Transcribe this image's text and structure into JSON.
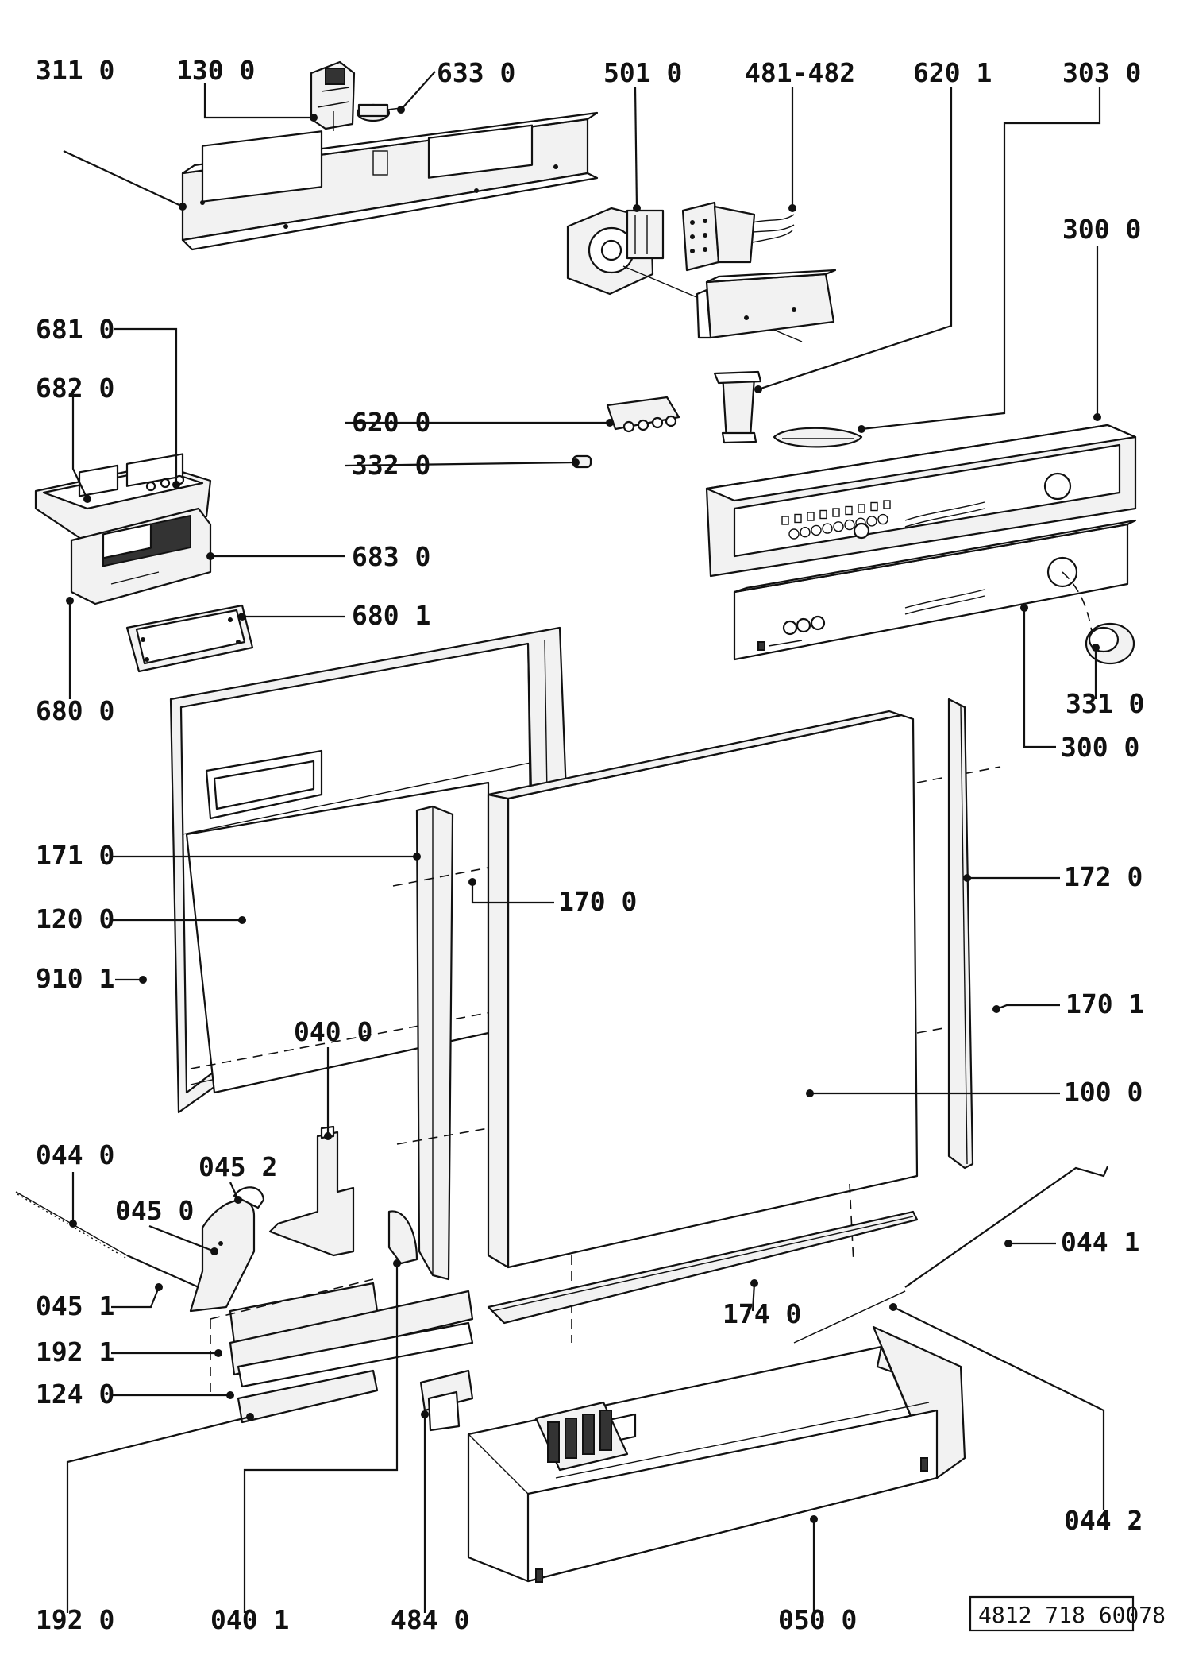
{
  "document_number": "4812 718 60078",
  "labels": [
    {
      "id": "l01",
      "text": "311 0"
    },
    {
      "id": "l02",
      "text": "130 0"
    },
    {
      "id": "l03",
      "text": "633 0"
    },
    {
      "id": "l04",
      "text": "501 0"
    },
    {
      "id": "l05",
      "text": "481-482"
    },
    {
      "id": "l06",
      "text": "620 1"
    },
    {
      "id": "l07",
      "text": "303 0"
    },
    {
      "id": "l08",
      "text": "300 0"
    },
    {
      "id": "l09",
      "text": "681 0"
    },
    {
      "id": "l10",
      "text": "682 0"
    },
    {
      "id": "l11",
      "text": "620 0"
    },
    {
      "id": "l12",
      "text": "332 0"
    },
    {
      "id": "l13",
      "text": "683 0"
    },
    {
      "id": "l14",
      "text": "680 1"
    },
    {
      "id": "l15",
      "text": "680 0"
    },
    {
      "id": "l16",
      "text": "331 0"
    },
    {
      "id": "l17",
      "text": "300 0"
    },
    {
      "id": "l18",
      "text": "171 0"
    },
    {
      "id": "l19",
      "text": "170 0"
    },
    {
      "id": "l20",
      "text": "172 0"
    },
    {
      "id": "l21",
      "text": "120 0"
    },
    {
      "id": "l22",
      "text": "910 1"
    },
    {
      "id": "l23",
      "text": "170 1"
    },
    {
      "id": "l24",
      "text": "040 0"
    },
    {
      "id": "l25",
      "text": "100 0"
    },
    {
      "id": "l26",
      "text": "044 0"
    },
    {
      "id": "l27",
      "text": "045 2"
    },
    {
      "id": "l28",
      "text": "045 0"
    },
    {
      "id": "l29",
      "text": "044 1"
    },
    {
      "id": "l30",
      "text": "045 1"
    },
    {
      "id": "l31",
      "text": "174 0"
    },
    {
      "id": "l32",
      "text": "192 1"
    },
    {
      "id": "l33",
      "text": "124 0"
    },
    {
      "id": "l34",
      "text": "044 2"
    },
    {
      "id": "l35",
      "text": "192 0"
    },
    {
      "id": "l36",
      "text": "040 1"
    },
    {
      "id": "l37",
      "text": "484 0"
    },
    {
      "id": "l38",
      "text": "050 0"
    }
  ]
}
